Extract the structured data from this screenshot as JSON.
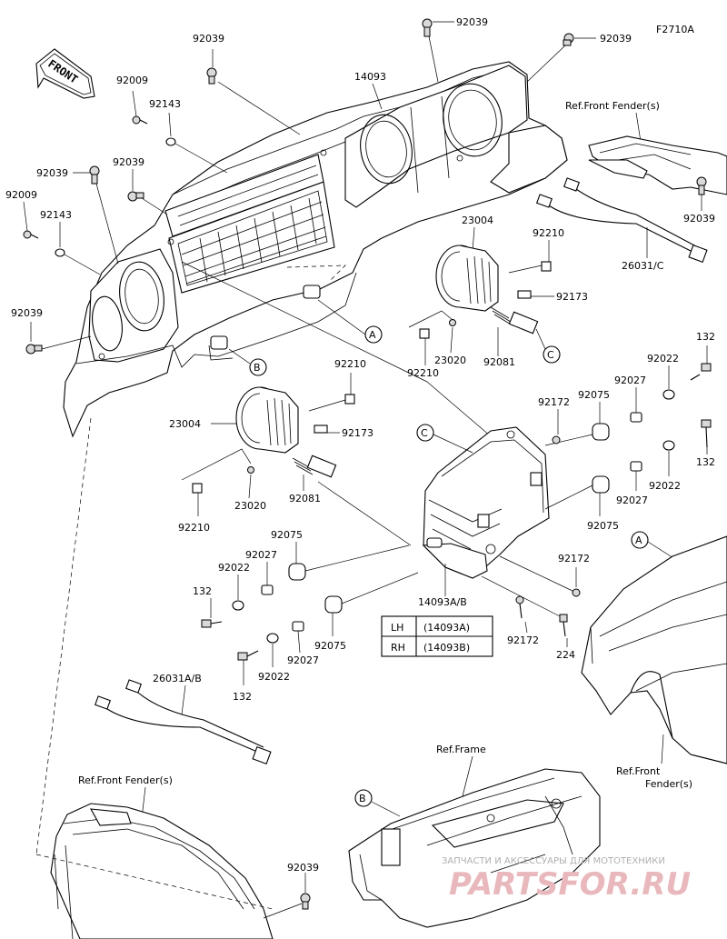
{
  "figure_id": "F2710A",
  "front_label": "FRONT",
  "part_labels": {
    "p92039_top": "92039",
    "p92039_topright": "92039",
    "p92039_topleft": "92039",
    "p14093": "14093",
    "p92009_a": "92009",
    "p92143_a": "92143",
    "p92039_b": "92039",
    "p92039_c": "92039",
    "p92009_b": "92009",
    "p92143_b": "92143",
    "p92039_d": "92039",
    "p92039_right": "92039",
    "p26031c": "26031/C",
    "p23004_r": "23004",
    "p92210_r1": "92210",
    "p92173_r": "92173",
    "p23020_r": "23020",
    "p92081_r": "92081",
    "p92210_r2": "92210",
    "p92210_l1": "92210",
    "p23004_l": "23004",
    "p92173_l": "92173",
    "p23020_l": "23020",
    "p92081_l": "92081",
    "p92210_l2": "92210",
    "p132_a": "132",
    "p92022_a": "92022",
    "p92027_a": "92027",
    "p92075_a": "92075",
    "p92172_a": "92172",
    "p132_b": "132",
    "p92022_b": "92022",
    "p92027_b": "92027",
    "p92075_b": "92075",
    "p92172_b": "92172",
    "p14093ab": "14093A/B",
    "p92075_c": "92075",
    "p92027_c": "92027",
    "p92022_c": "92022",
    "p132_c": "132",
    "p92075_d": "92075",
    "p92027_d": "92027",
    "p92022_d": "92022",
    "p132_d": "132",
    "p92172_c": "92172",
    "p224": "224",
    "p26031ab": "26031A/B",
    "p92039_bottom": "92039"
  },
  "callouts": {
    "A": "A",
    "B": "B",
    "C": "C"
  },
  "refs": {
    "front_fender_top": "Ref.Front Fender(s)",
    "front_fender_bottom": "Ref.Front Fender(s)",
    "front_fender_right_1": "Ref.Front",
    "front_fender_right_2": "Fender(s)",
    "frame": "Ref.Frame"
  },
  "variant_table": {
    "rows": [
      {
        "side": "LH",
        "part": "(14093A)"
      },
      {
        "side": "RH",
        "part": "(14093B)"
      }
    ]
  },
  "watermark": {
    "tagline": "ЗАПЧАСТИ И АКСЕССУАРЫ ДЛЯ МОТОТЕХНИКИ",
    "brand": "PARTSFOR.RU"
  }
}
